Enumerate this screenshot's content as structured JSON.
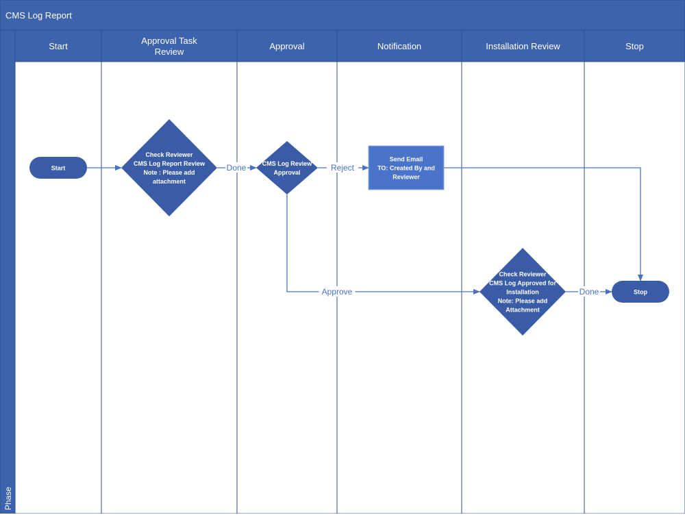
{
  "title": "CMS Log Report",
  "phase_label": "Phase",
  "lanes": [
    {
      "id": "start",
      "label_lines": [
        "Start"
      ]
    },
    {
      "id": "approval-task-review",
      "label_lines": [
        "Approval Task",
        "Review"
      ]
    },
    {
      "id": "approval",
      "label_lines": [
        "Approval"
      ]
    },
    {
      "id": "notification",
      "label_lines": [
        "Notification"
      ]
    },
    {
      "id": "installation-review",
      "label_lines": [
        "Installation Review"
      ]
    },
    {
      "id": "stop",
      "label_lines": [
        "Stop"
      ]
    }
  ],
  "nodes": [
    {
      "id": "start-node",
      "shape": "terminator",
      "lines": [
        "Start"
      ]
    },
    {
      "id": "check-reviewer-1",
      "shape": "decision",
      "lines": [
        "Check Reviewer",
        "CMS Log Report Review",
        "Note : Please add",
        "attachment"
      ]
    },
    {
      "id": "cms-log-review-approval",
      "shape": "decision",
      "lines": [
        "CMS Log Review",
        "Approval"
      ]
    },
    {
      "id": "send-email",
      "shape": "process",
      "lines": [
        "Send Email",
        "TO: Created By and",
        "Reviewer"
      ]
    },
    {
      "id": "check-reviewer-2",
      "shape": "decision",
      "lines": [
        "Check Reviewer",
        "CMS Log Approved for",
        "Installation",
        "Note: Please add",
        "Attachment"
      ]
    },
    {
      "id": "stop-node",
      "shape": "terminator",
      "lines": [
        "Stop"
      ]
    }
  ],
  "edges": [
    {
      "id": "start-to-check",
      "from": "start-node",
      "to": "check-reviewer-1",
      "label": ""
    },
    {
      "id": "check-done",
      "from": "check-reviewer-1",
      "to": "cms-log-review-approval",
      "label": "Done"
    },
    {
      "id": "approval-reject",
      "from": "cms-log-review-approval",
      "to": "send-email",
      "label": "Reject"
    },
    {
      "id": "email-to-stop",
      "from": "send-email",
      "to": "stop-node",
      "label": ""
    },
    {
      "id": "approval-approve",
      "from": "cms-log-review-approval",
      "to": "check-reviewer-2",
      "label": "Approve"
    },
    {
      "id": "install-done",
      "from": "check-reviewer-2",
      "to": "stop-node",
      "label": "Done"
    }
  ],
  "colors": {
    "header": "#3d63ad",
    "lane_border": "#2f4f8f",
    "node_fill": "#3a5ca6",
    "process_fill": "#4a74c9",
    "edge": "#4a72c0",
    "edge_label": "#4a72c0",
    "text_light": "#ffffff"
  }
}
